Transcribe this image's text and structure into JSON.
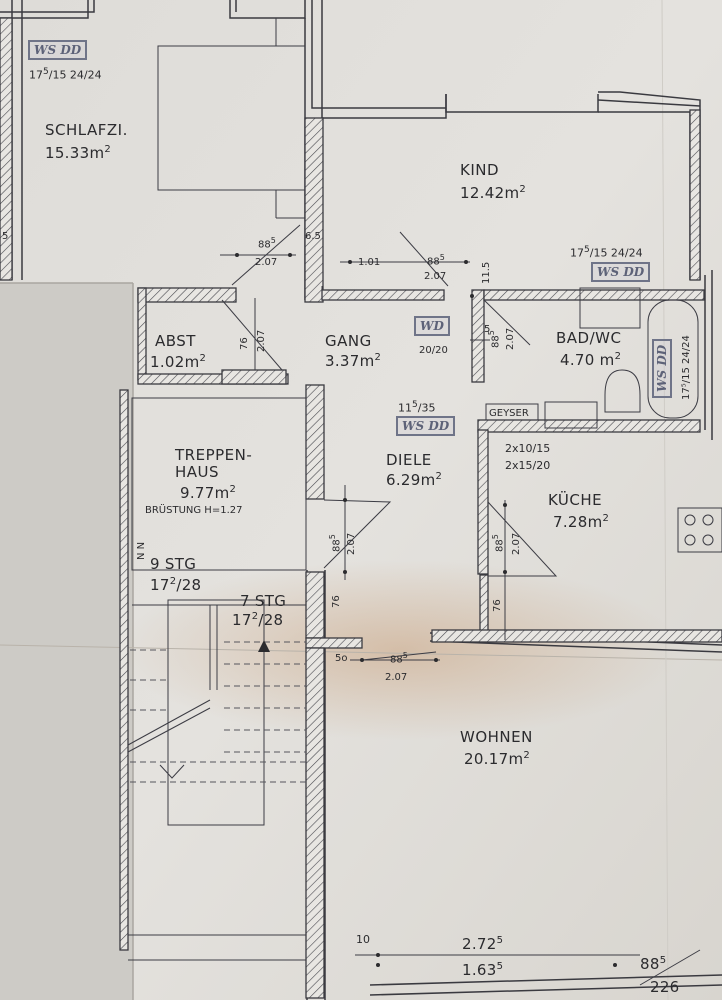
{
  "rooms": {
    "schlafzi": {
      "name": "SCHLAFZI.",
      "area": "15.33m",
      "sup": "2"
    },
    "kind": {
      "name": "KIND",
      "area": "12.42m",
      "sup": "2"
    },
    "abst": {
      "name": "ABST",
      "area": "1.02m",
      "sup": "2"
    },
    "gang": {
      "name": "GANG",
      "area": "3.37m",
      "sup": "2"
    },
    "bad": {
      "name": "BAD/WC",
      "area": "4.70 m",
      "sup": "2"
    },
    "treppenhaus": {
      "name_1": "TREPPEN-",
      "name_2": "HAUS",
      "area": "9.77m",
      "sup": "2"
    },
    "diele": {
      "name": "DIELE",
      "area": "6.29m",
      "sup": "2"
    },
    "kueche": {
      "name": "KÜCHE",
      "area": "7.28m",
      "sup": "2"
    },
    "wohnen": {
      "name": "WOHNEN",
      "area": "20.17m",
      "sup": "2"
    }
  },
  "stamps": {
    "ws_dd": "WS DD",
    "wd": "WD"
  },
  "annotations": {
    "window_top_left": {
      "a": "17",
      "sup": "5",
      "b": "/15  24/24"
    },
    "window_kind": {
      "a": "17",
      "sup": "5",
      "b": "/15  24/24"
    },
    "window_bad_vertical": "17⁵/15  24/24",
    "door_schlafzi": {
      "a": "88",
      "sup": "5",
      "b": "2.07"
    },
    "door_kind": {
      "a": "88",
      "sup": "5",
      "b": "2.07"
    },
    "door_abst": {
      "a": "76",
      "b": "2.07"
    },
    "door_bad": {
      "a": "88",
      "sup": "5",
      "b": "2.07"
    },
    "door_treppe": {
      "a": "88",
      "sup": "5",
      "b": "2.07"
    },
    "door_kueche": {
      "a": "88",
      "sup": "5",
      "b": "2.07"
    },
    "door_wohnen": {
      "a": "88",
      "sup": "5",
      "b": "2.07"
    },
    "wall_65": "6.5",
    "sill_101": "1.01",
    "wall_115": "11.5",
    "wall_5": "5",
    "duct_2020": "20/20",
    "diele_opening": {
      "a": "11",
      "sup": "5",
      "b": "/35"
    },
    "geyser": "GEYSER",
    "kueche_vent_1": "2x10/15",
    "kueche_vent_2": "2x15/20",
    "bruestung": "BRÜSTUNG  H=1.27",
    "stairs_9": {
      "a": "9 STG",
      "b": "17",
      "sup": "2",
      "c": "/28"
    },
    "stairs_7": {
      "a": "7 STG",
      "b": "17",
      "sup": "2",
      "c": "/28"
    },
    "wall_76_treppe": "76",
    "wall_76_kueche": "76",
    "dim_50": "5o",
    "dim_10": "10",
    "dim_2725": {
      "a": "2.72",
      "sup": "5"
    },
    "dim_1635": {
      "a": "1.63",
      "sup": "5"
    },
    "dim_885_bottom": {
      "a": "88",
      "sup": "5"
    },
    "dim_226": "226",
    "n_marks": "N N",
    "edge_5": "5"
  }
}
